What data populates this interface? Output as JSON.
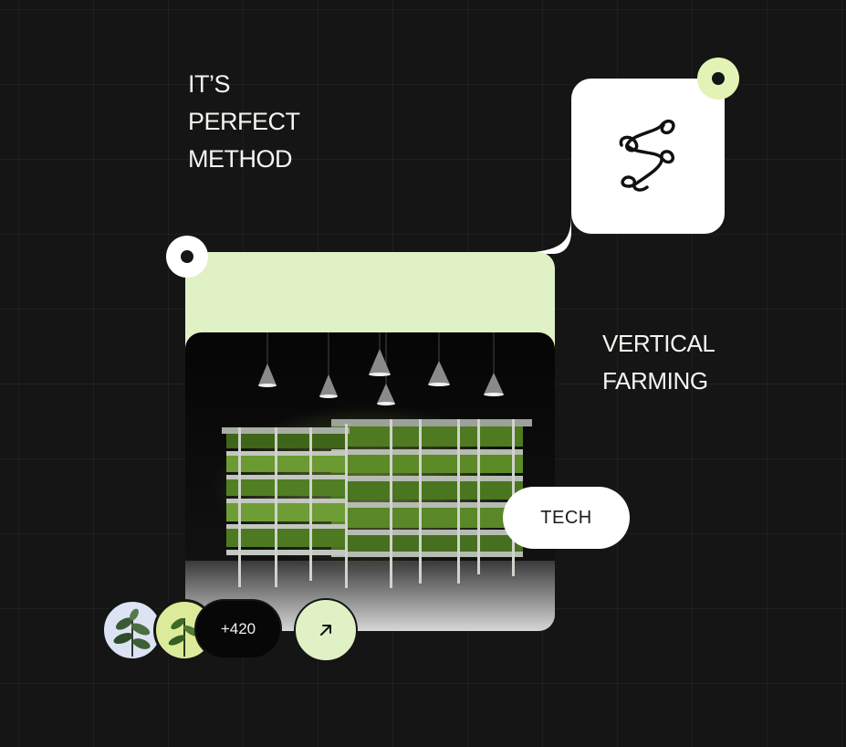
{
  "headline": {
    "line1": "IT’S",
    "line2": "PERFECT",
    "line3": "METHOD"
  },
  "subhead": {
    "line1": "VERTICAL",
    "line2": "FARMING"
  },
  "tag_label": "TECH",
  "members_count": "+420",
  "icons": {
    "logo": "knot-logo-icon",
    "arrow": "arrow-up-right-icon",
    "dots": "target-dot-icon"
  },
  "colors": {
    "background": "#151515",
    "accent_green": "#dff1c5",
    "white": "#ffffff"
  },
  "photo_alt": "Vertical farm shelving with plants under hanging lamps"
}
